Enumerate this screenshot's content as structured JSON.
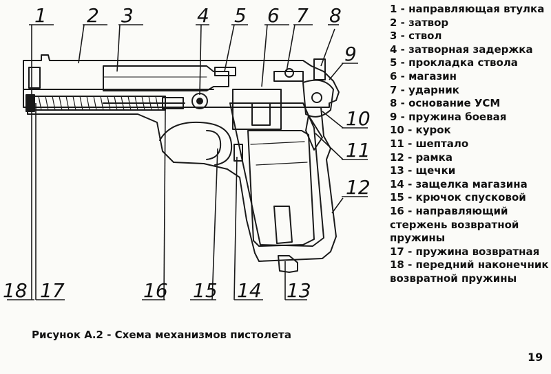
{
  "diagram": {
    "callouts": [
      "1",
      "2",
      "3",
      "4",
      "5",
      "6",
      "7",
      "8",
      "9",
      "10",
      "11",
      "12",
      "13",
      "14",
      "15",
      "16",
      "17",
      "18"
    ]
  },
  "legend": [
    "1 - направляющая втулка",
    "2 - затвор",
    "3 - ствол",
    "4 - затворная задержка",
    "5 - прокладка ствола",
    "6 - магазин",
    "7 - ударник",
    "8 - основание УСМ",
    "9 - пружина боевая",
    "10 - курок",
    "11 - шептало",
    "12 - рамка",
    "13 - щечки",
    "14 - защелка магазина",
    "15 - крючок спусковой",
    "16 - направляющий стержень возвратной пружины",
    "17 - пружина возвратная",
    "18 - передний наконечник возвратной пружины"
  ],
  "caption": "Рисунок А.2 - Схема механизмов пистолета",
  "page_number": "19"
}
